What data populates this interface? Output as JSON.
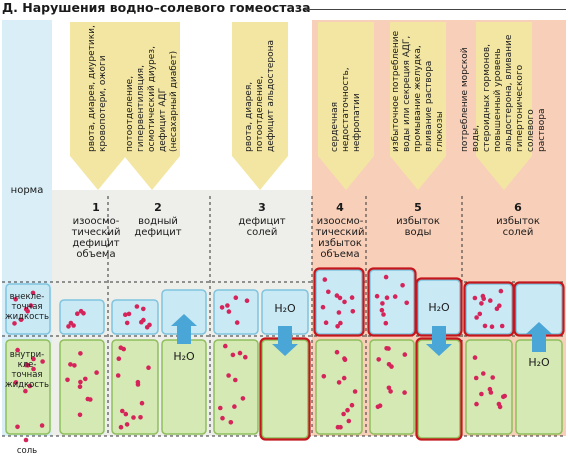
{
  "title": "Д. Нарушения водно–солевого гомеостаза",
  "side_labels": {
    "norm": "норма",
    "extracellular": "внекле-\nточная\nжидкость",
    "intracellular": "внутри-\nкле-\nточная\nжидкость",
    "salt": "соль"
  },
  "columns": [
    {
      "number": "1",
      "label": "изоосмо-\nтический\nдефицит\nобъема",
      "cause": "рвота, диарея, диуретики,\nкровопотери, ожоги"
    },
    {
      "number": "2",
      "label": "водный\nдефицит",
      "cause": "потоотделение,\nгипервентиляция,\nосмотический диурез,\nдефицит АДГ\n(несахарный диабет)"
    },
    {
      "number": "3",
      "label": "дефицит\nсолей",
      "cause": "рвота, диарея,\nпотоотделение,\nдефицит альдостерона"
    },
    {
      "number": "4",
      "label": "изоосмо-\nтический\nизбыток\nобъема",
      "cause": "сердечная\nнедостаточность,\nнефропатии"
    },
    {
      "number": "5",
      "label": "избыток\nводы",
      "cause": "избыточное потребление\nводы или секреция АДГ,\nпромывание желудка,\nвливание раствора глюкозы"
    },
    {
      "number": "6",
      "label": "избыток\nсолей",
      "cause": "потребление морской воды,\nстероидных гормонов,\nповышенный уровень\nальдостерона, вливание\nгипертонического солевого\nраствора"
    }
  ],
  "water_label": "H₂O",
  "colors": {
    "norm_bg": "#d9eef7",
    "deficit_bg": "#eeeeea",
    "excess_bg": "#f8cfb9",
    "cause_bg": "#f3e6a2",
    "extra_fill": "#c9e9f5",
    "extra_stroke": "#7fc4de",
    "intra_fill": "#d4e9b4",
    "intra_stroke": "#8fbf5c",
    "dot": "#d4245a",
    "red_border": "#c4161c",
    "arrow": "#4aa6d6"
  }
}
